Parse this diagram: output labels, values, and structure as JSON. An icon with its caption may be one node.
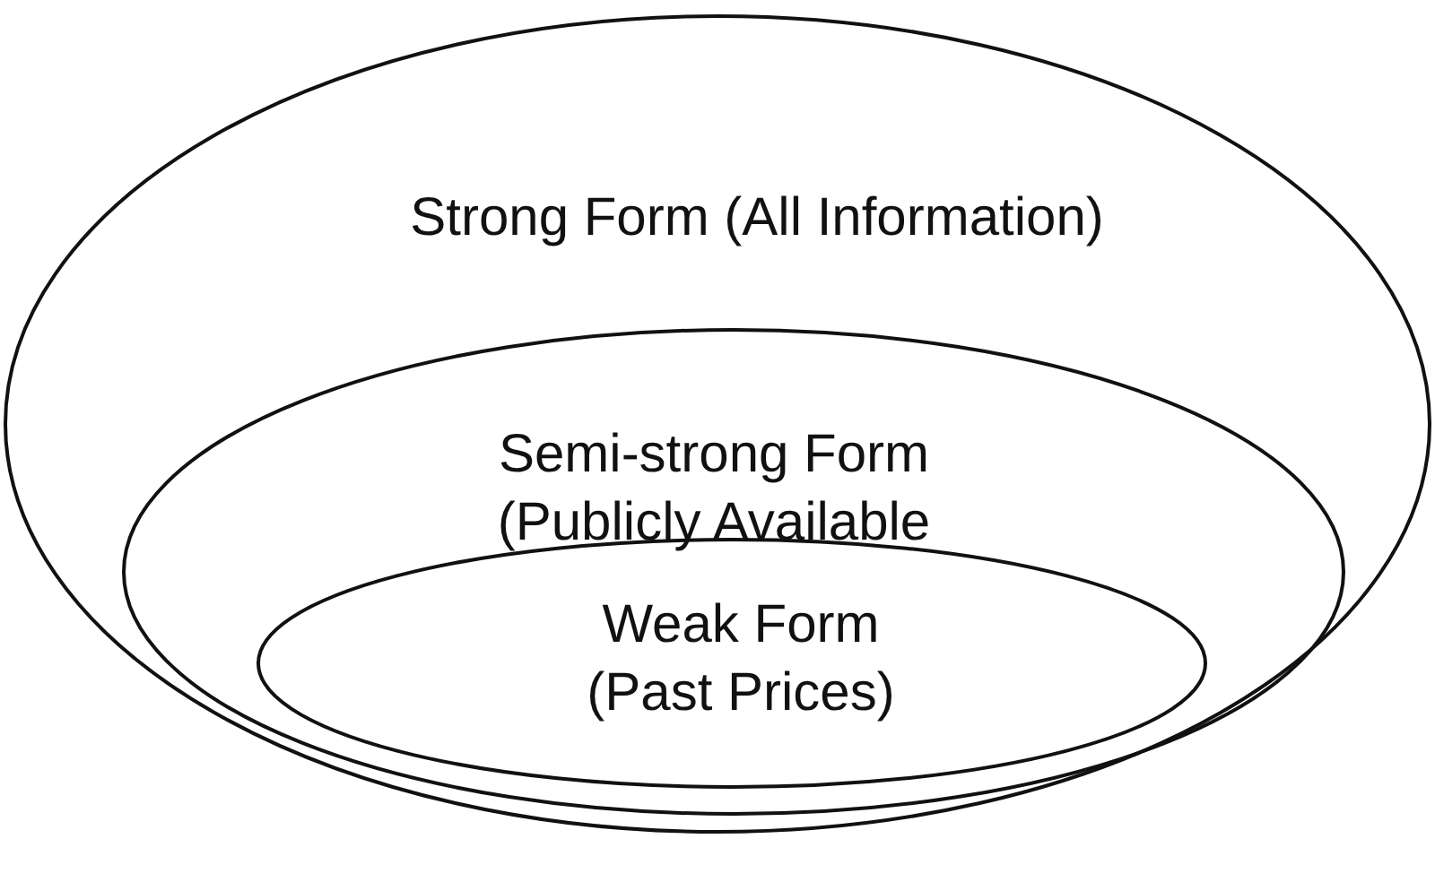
{
  "diagram": {
    "nodes": [
      {
        "text": [
          "Strong Form (All Information)"
        ]
      },
      {
        "text": [
          "Semi-strong Form (Publicly Available"
        ],
        "in": 0
      },
      {
        "text": [
          "Weak Form (Past Prices)"
        ],
        "in": 1
      }
    ],
    "edges": []
  }
}
